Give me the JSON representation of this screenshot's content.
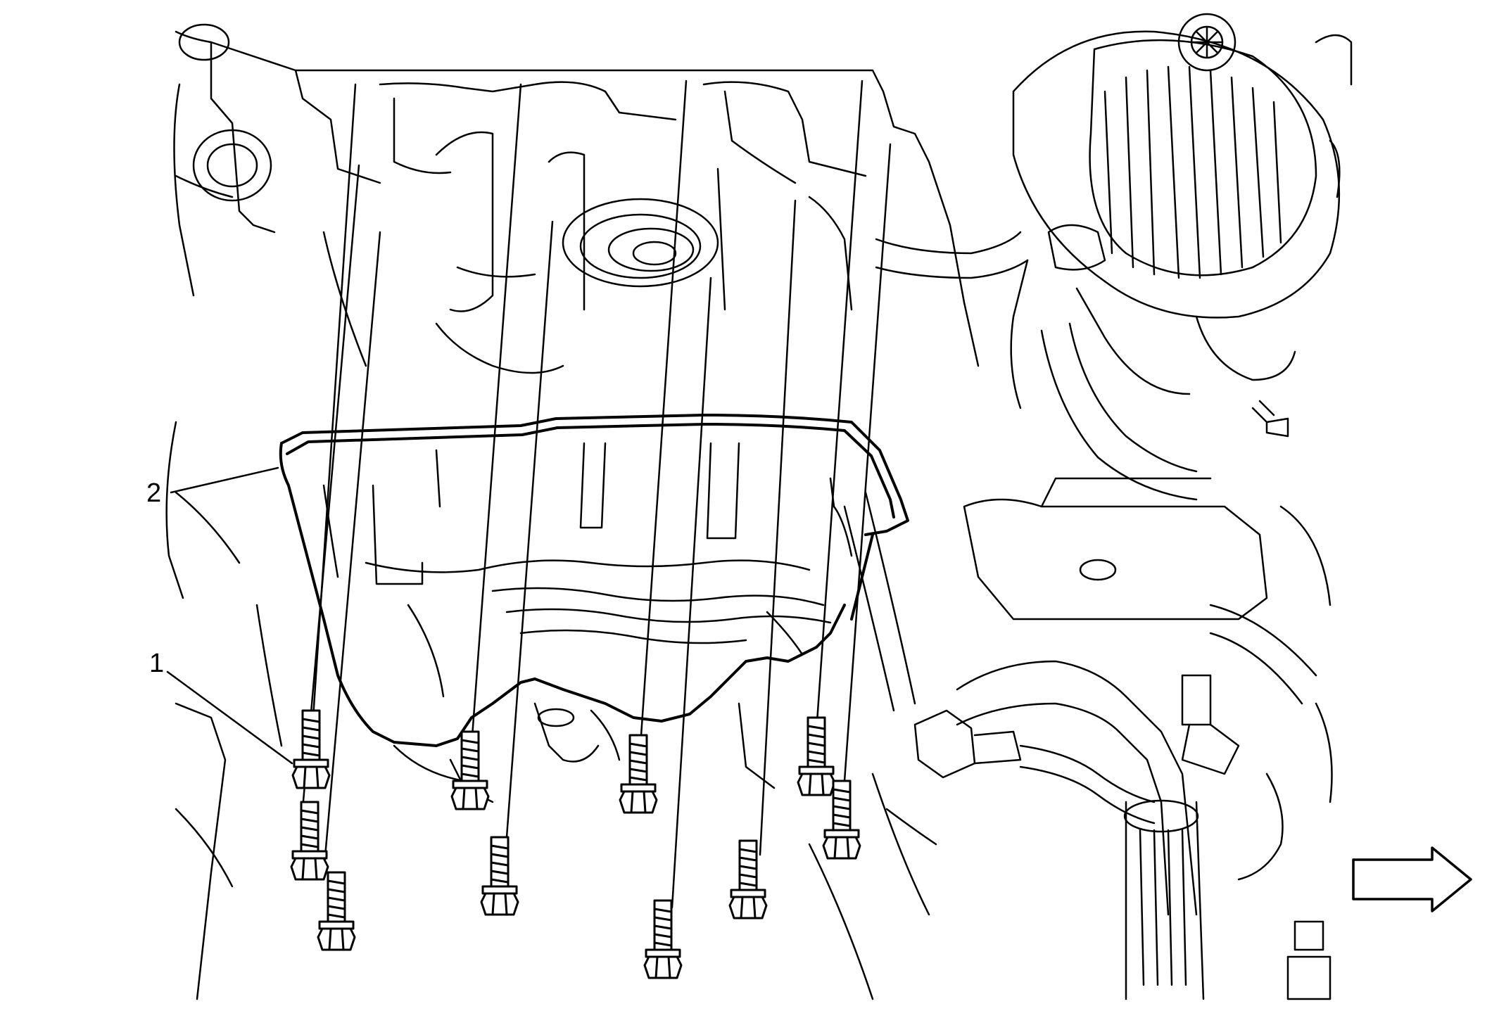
{
  "callouts": [
    {
      "id": "1",
      "label": "1"
    },
    {
      "id": "2",
      "label": "2"
    }
  ],
  "direction_arrow": {
    "icon": "right-arrow-icon",
    "direction": "right"
  },
  "colors": {
    "line": "#000000",
    "background": "#ffffff"
  }
}
